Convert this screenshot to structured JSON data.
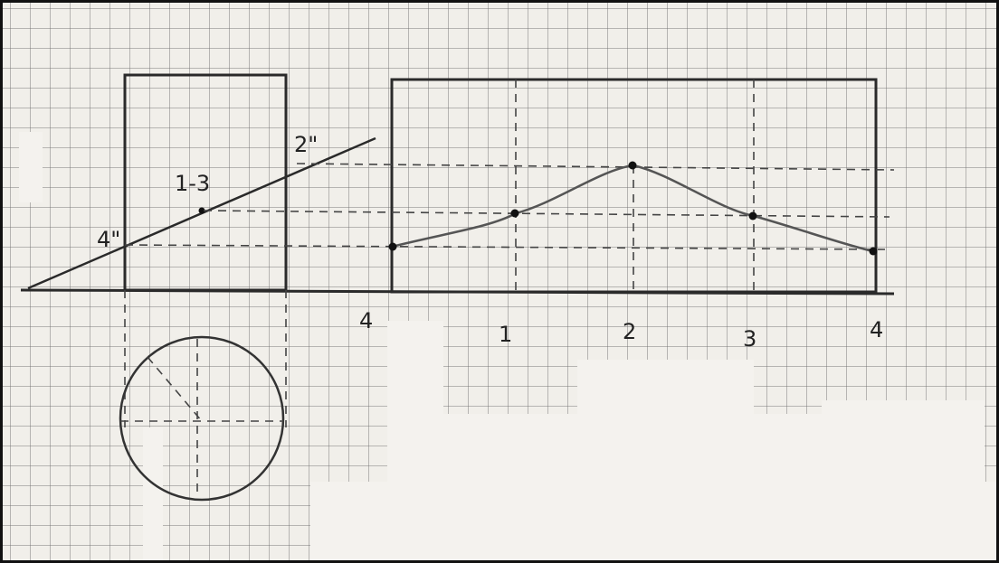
{
  "labels": {
    "helix_top": "2\"",
    "helix_mid": "1-3",
    "helix_left": "4\"",
    "axis_start": "4",
    "axis_1": "1",
    "axis_2": "2",
    "axis_3": "3",
    "axis_end": "4"
  },
  "colors": {
    "ink": "#222222",
    "grid": "#6e6e6e",
    "paper": "#f1efea"
  }
}
